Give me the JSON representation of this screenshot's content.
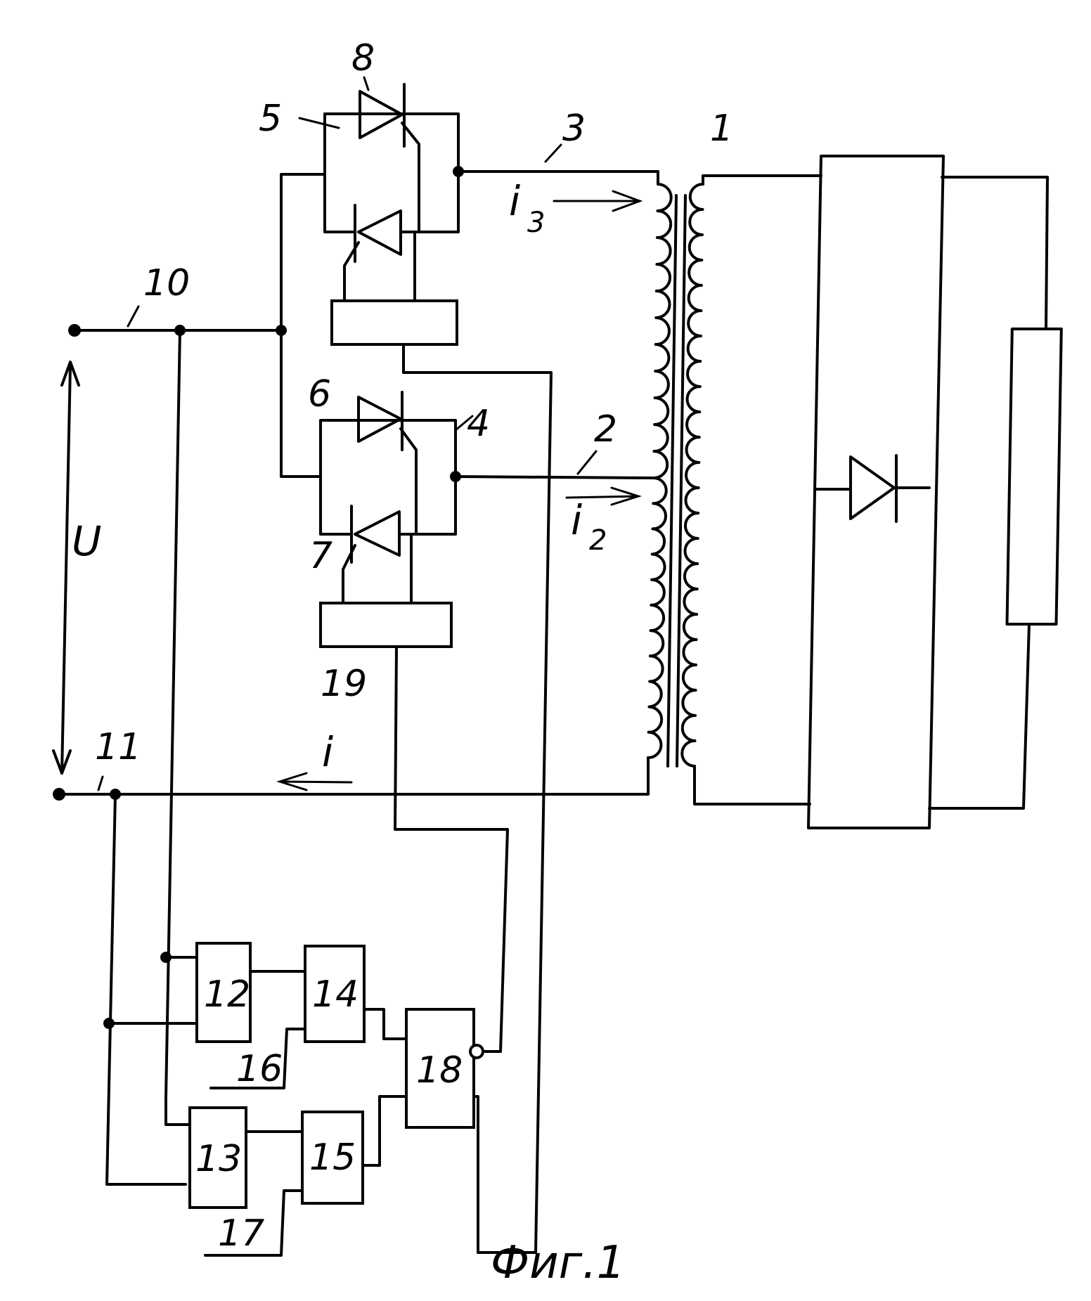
{
  "figure": {
    "caption": "Фиг.1"
  },
  "labels": {
    "n1": "1",
    "n2": "2",
    "n3": "3",
    "n4": "4",
    "n5": "5",
    "n6": "6",
    "n7": "7",
    "n8": "8",
    "n10": "10",
    "n11": "11",
    "n16": "16",
    "n17": "17",
    "n19": "19",
    "voltage": "U",
    "current_main": "i",
    "current_i2": "i",
    "current_i2_sub": "2",
    "current_i3": "i",
    "current_i3_sub": "3"
  },
  "blocks": {
    "b12": "12",
    "b13": "13",
    "b14": "14",
    "b15": "15",
    "b18": "18"
  }
}
